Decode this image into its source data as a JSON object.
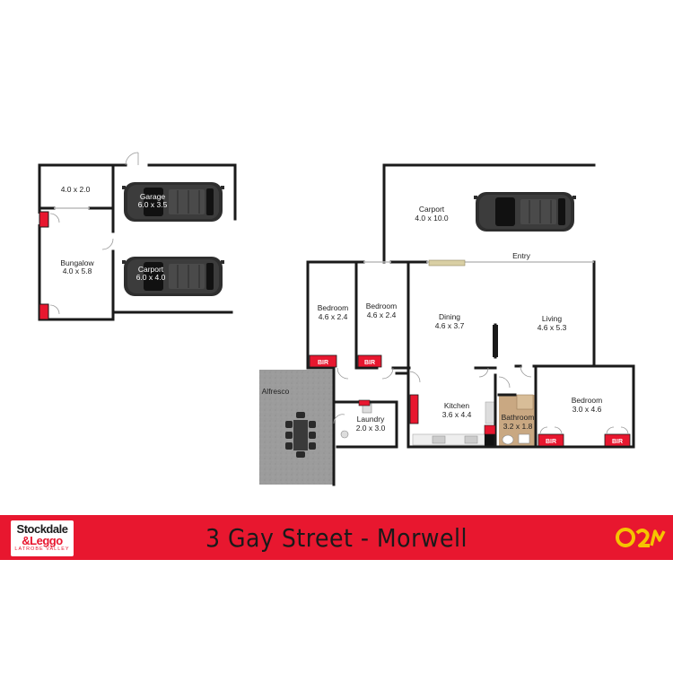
{
  "rooms": {
    "outbuilding_store": {
      "dims": "4.0 x 2.0"
    },
    "garage": {
      "name": "Garage",
      "dims": "6.0 x 3.5"
    },
    "carport_small": {
      "name": "Carport",
      "dims": "6.0 x 4.0"
    },
    "bungalow": {
      "name": "Bungalow",
      "dims": "4.0 x 5.8"
    },
    "carport_main": {
      "name": "Carport",
      "dims": "4.0 x 10.0"
    },
    "entry": {
      "name": "Entry"
    },
    "bedroom_1": {
      "name": "Bedroom",
      "dims": "4.6 x 2.4"
    },
    "bedroom_2": {
      "name": "Bedroom",
      "dims": "4.6 x 2.4"
    },
    "dining": {
      "name": "Dining",
      "dims": "4.6 x 3.7"
    },
    "living": {
      "name": "Living",
      "dims": "4.6 x 5.3"
    },
    "alfresco": {
      "name": "Alfresco"
    },
    "laundry": {
      "name": "Laundry",
      "dims": "2.0 x 3.0"
    },
    "kitchen": {
      "name": "Kitchen",
      "dims": "3.6 x 4.4"
    },
    "bathroom": {
      "name": "Bathroom",
      "dims": "3.2 x 1.8"
    },
    "bedroom_3": {
      "name": "Bedroom",
      "dims": "3.0 x 4.6"
    }
  },
  "robe_label": "BIR",
  "banner": {
    "address": "3 Gay Street - Morwell",
    "brand_line1": "Stockdale",
    "brand_line2": "&Leggo",
    "brand_line3": "LATROBE VALLEY",
    "partner_logo": "O2M"
  },
  "colors": {
    "banner": "#e8172f",
    "wall": "#1a1a1a",
    "robe": "#e8172f",
    "alfresco": "#9a9a9a",
    "bathroom_floor": "#c9a882"
  }
}
